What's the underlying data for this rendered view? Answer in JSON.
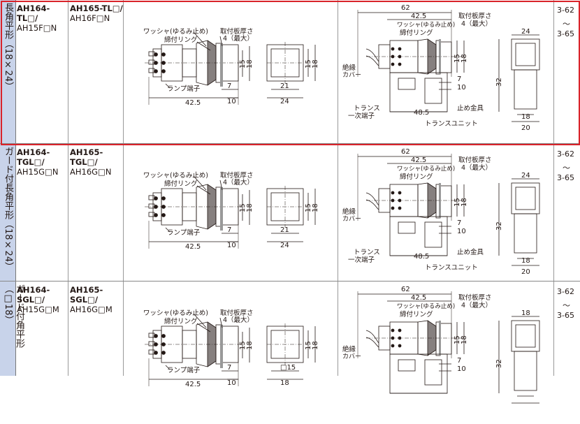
{
  "rows": [
    {
      "category": "長角平形（18×24）",
      "part_a_bold": "AH164-TL□/",
      "part_a_rest": "AH15F□N",
      "part_b_bold": "AH165-TL□/",
      "part_b_rest": "AH16F□N",
      "labels": {
        "washer": "ワッシャ(ゆるみ止め)",
        "ring": "締付リング",
        "plate": "取付板厚さ",
        "plate_max": "4（最大）",
        "lamp": "ランプ端子",
        "d15": "15",
        "d18": "18",
        "d7": "7",
        "d10": "10",
        "d425": "42.5",
        "d21": "21",
        "d24": "24",
        "t62": "62",
        "t425": "42.5",
        "t_washer": "ワッシャ(ゆるみ止め)",
        "t_ring": "締付リング",
        "t_plate": "取付板厚さ",
        "t_plate_max": "4（最大）",
        "t15": "15",
        "t18": "18",
        "t7": "7",
        "t10": "10",
        "t485": "48.5",
        "t32": "32",
        "cover": "絶縁",
        "cover2": "カバー",
        "trans": "トランス",
        "trans2": "一次端子",
        "bracket": "止め金具",
        "unit": "トランスユニット",
        "s24": "24",
        "s18": "18",
        "s20": "20"
      },
      "page_top": "3-62",
      "page_sep": "〜",
      "page_bottom": "3-65"
    },
    {
      "category": "ガード付長角平形（18×24）",
      "part_a_bold": "AH164-TGL□/",
      "part_a_rest": "AH15G□N",
      "part_b_bold": "AH165-TGL□/",
      "part_b_rest": "AH16G□N",
      "labels": {
        "washer": "ワッシャ(ゆるみ止め)",
        "ring": "締付リング",
        "plate": "取付板厚さ",
        "plate_max": "4（最大）",
        "lamp": "ランプ端子",
        "d15": "15",
        "d18": "18",
        "d7": "7",
        "d10": "10",
        "d425": "42.5",
        "d21": "21",
        "d24": "24",
        "t62": "62",
        "t425": "42.5",
        "t_washer": "ワッシャ(ゆるみ止め)",
        "t_ring": "締付リング",
        "t_plate": "取付板厚さ",
        "t_plate_max": "4（最大）",
        "t15": "15",
        "t18": "18",
        "t7": "7",
        "t10": "10",
        "t485": "48.5",
        "t32": "32",
        "cover": "絶縁",
        "cover2": "カバー",
        "trans": "トランス",
        "trans2": "一次端子",
        "bracket": "止め金具",
        "unit": "トランスユニット",
        "s24": "24",
        "s18": "18",
        "s20": "20"
      },
      "page_top": "3-62",
      "page_sep": "〜",
      "page_bottom": "3-65"
    },
    {
      "category": "ガード付角平形（□18）",
      "part_a_bold": "AH164-SGL□/",
      "part_a_rest": "AH15G□M",
      "part_b_bold": "AH165-SGL□/",
      "part_b_rest": "AH16G□M",
      "labels": {
        "washer": "ワッシャ(ゆるみ止め)",
        "ring": "締付リング",
        "plate": "取付板厚さ",
        "plate_max": "4（最大）",
        "lamp": "ランプ端子",
        "d15": "15",
        "d18": "18",
        "d7": "7",
        "d10": "10",
        "d425": "42.5",
        "d21": "□15",
        "d24": "18",
        "t62": "62",
        "t425": "42.5",
        "t_washer": "ワッシャ(ゆるみ止め)",
        "t_ring": "締付リング",
        "t_plate": "取付板厚さ",
        "t_plate_max": "4（最大）",
        "t15": "15",
        "t18": "18",
        "t7": "7",
        "t10": "10",
        "t485": "",
        "t32": "32",
        "cover": "絶縁",
        "cover2": "カバー",
        "trans": "",
        "trans2": "",
        "bracket": "",
        "unit": "",
        "s24": "18",
        "s18": "",
        "s20": ""
      },
      "page_top": "3-62",
      "page_sep": "〜",
      "page_bottom": "3-65"
    }
  ]
}
